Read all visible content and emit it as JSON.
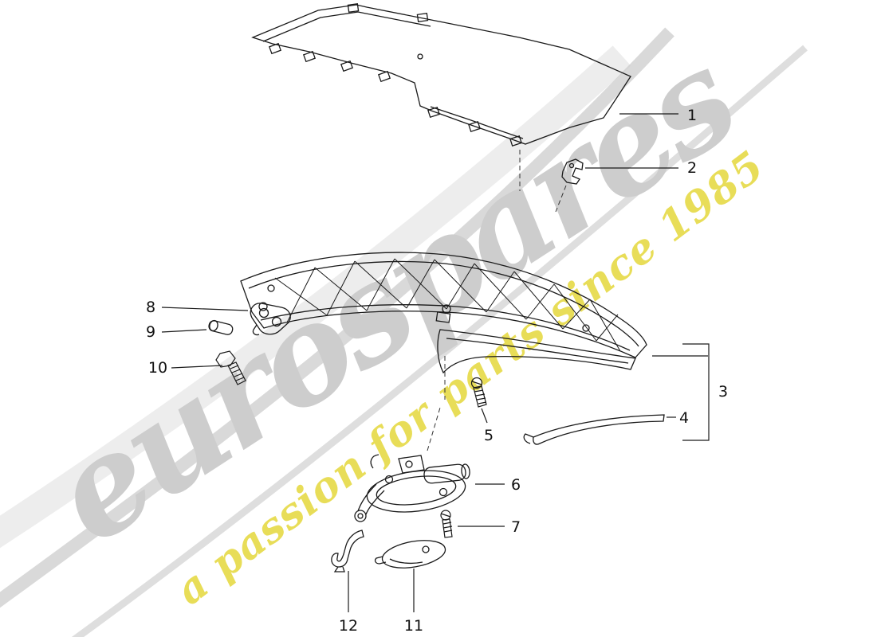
{
  "page": {
    "background": "#ffffff"
  },
  "watermark": {
    "brand": "eurospares",
    "tagline": "a passion for parts since 1985",
    "brand_color": "#cdcdcd",
    "tagline_color": "#e5d83b",
    "swoosh_color": "#c9c9c9"
  },
  "diagram": {
    "line_color": "#1a1a1a",
    "callouts": [
      {
        "label": "1"
      },
      {
        "label": "2"
      },
      {
        "label": "3"
      },
      {
        "label": "4"
      },
      {
        "label": "5"
      },
      {
        "label": "6"
      },
      {
        "label": "7"
      },
      {
        "label": "8"
      },
      {
        "label": "9"
      },
      {
        "label": "10"
      },
      {
        "label": "11"
      },
      {
        "label": "12"
      }
    ]
  }
}
